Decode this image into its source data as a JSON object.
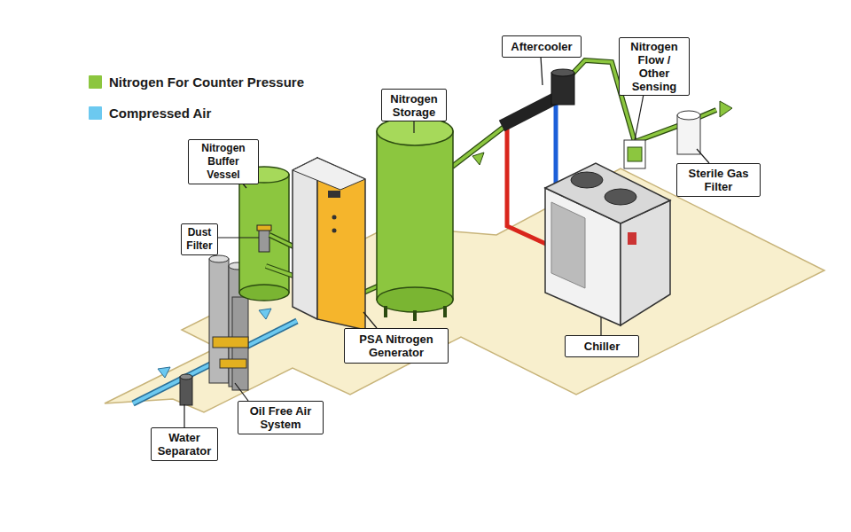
{
  "diagram": {
    "nodes": [
      {
        "text": [
          "Aftercooler"
        ]
      },
      {
        "text": [
          "Nitrogen Flow / Other Sensing"
        ]
      },
      {
        "text": [
          "Nitrogen Storage"
        ]
      },
      {
        "text": [
          "Nitrogen Buffer Vessel"
        ]
      },
      {
        "text": [
          "Sterile Gas Filter"
        ]
      },
      {
        "text": [
          "Dust Filter"
        ]
      },
      {
        "text": [
          "PSA Nitrogen Generator"
        ]
      },
      {
        "text": [
          "Chiller"
        ]
      },
      {
        "text": [
          "Oil Free Air System"
        ]
      },
      {
        "text": [
          "Water Separator"
        ]
      }
    ],
    "legend": [
      {
        "text": "Nitrogen For Counter Pressure",
        "color": "#8cc63f"
      },
      {
        "text": "Compressed Air",
        "color": "#6cc9f0"
      }
    ]
  }
}
